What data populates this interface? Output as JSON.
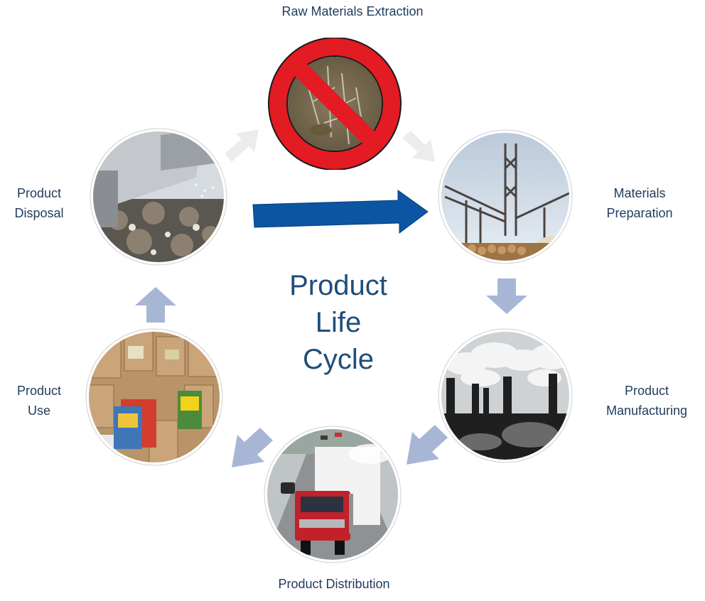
{
  "diagram": {
    "center_title": "Product\nLife\nCycle",
    "stages": {
      "raw_materials": {
        "label": "Raw Materials Extraction",
        "status": "prohibited"
      },
      "preparation": {
        "label": "Materials\nPreparation"
      },
      "manufacturing": {
        "label": "Product\nManufacturing"
      },
      "distribution": {
        "label": "Product Distribution"
      },
      "use": {
        "label": "Product\nUse"
      },
      "disposal": {
        "label": "Product\nDisposal"
      }
    },
    "colors": {
      "cycle_arrow": "#a8b6d6",
      "faded_arrow": "#ececec",
      "highlight_arrow": "#0b55a3",
      "prohibition_sign": "#e31b23"
    }
  }
}
